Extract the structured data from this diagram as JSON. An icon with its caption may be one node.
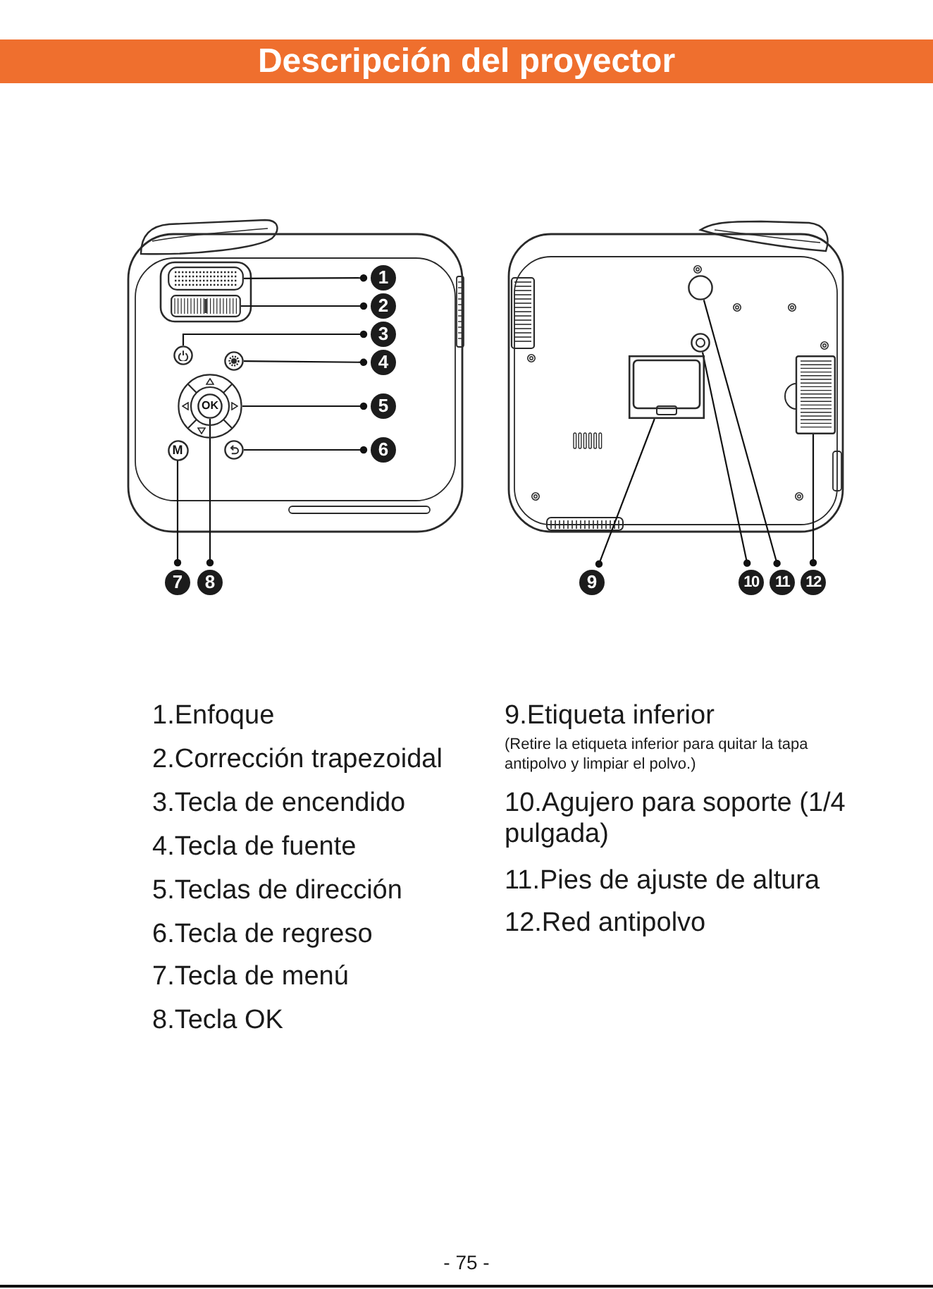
{
  "diagram": {
    "title": "Descripción del proyector",
    "nodes": [
      {
        "text": [
          "1"
        ]
      },
      {
        "text": [
          "2"
        ]
      },
      {
        "text": [
          "3"
        ]
      },
      {
        "text": [
          "4"
        ]
      },
      {
        "text": [
          "5"
        ]
      },
      {
        "text": [
          "6"
        ]
      },
      {
        "text": [
          "7"
        ]
      },
      {
        "text": [
          "8"
        ]
      },
      {
        "text": [
          "9"
        ]
      },
      {
        "text": [
          "10"
        ]
      },
      {
        "text": [
          "11"
        ]
      },
      {
        "text": [
          "12"
        ]
      },
      {
        "text": [],
        "shape": "picture"
      },
      {
        "text": [],
        "shape": "picture"
      },
      {
        "text": [],
        "shape": "circle"
      },
      {
        "text": [],
        "shape": "circle"
      },
      {
        "text": [],
        "shape": "picture"
      },
      {
        "text": [],
        "shape": "circle"
      },
      {
        "text": [
          "M"
        ]
      },
      {
        "text": [
          "OK"
        ],
        "in": 16
      },
      {
        "text": [],
        "shape": "box"
      },
      {
        "text": [],
        "shape": "circle"
      },
      {
        "text": [],
        "shape": "circle"
      },
      {
        "text": [],
        "shape": "picture"
      }
    ],
    "edges": [
      {
        "from": 0,
        "to": 12,
        "arrow": "other"
      },
      {
        "from": 1,
        "to": 13,
        "arrow": "other"
      },
      {
        "from": 2,
        "to": 14,
        "arrow": "other"
      },
      {
        "from": 3,
        "to": 15,
        "arrow": "other"
      },
      {
        "from": 4,
        "to": 16,
        "arrow": "other"
      },
      {
        "from": 5,
        "to": 17,
        "arrow": "other"
      },
      {
        "from": 6,
        "to": 18,
        "arrow": "other"
      },
      {
        "from": 7,
        "to": 19,
        "arrow": "other"
      },
      {
        "from": 8,
        "to": 20,
        "arrow": "other"
      },
      {
        "from": 9,
        "to": 21,
        "arrow": "other"
      },
      {
        "from": 10,
        "to": 22,
        "arrow": "other"
      },
      {
        "from": 11,
        "to": 23,
        "arrow": "other"
      }
    ],
    "labels": [
      "1.Enfoque",
      "2.Corrección trapezoidal",
      "3.Tecla de encendido",
      "4.Tecla de fuente",
      "5.Teclas de dirección",
      "6.Tecla de regreso",
      "7.Tecla de menú",
      "8.Tecla OK",
      "9.Etiqueta inferior",
      "(Retire la etiqueta inferior para quitar la tapa antipolvo y limpiar el polvo.)",
      "10.Agujero para soporte (1/4 pulgada)",
      "11.Pies de ajuste de altura",
      "12.Red antipolvo",
      "- 75 -"
    ]
  }
}
